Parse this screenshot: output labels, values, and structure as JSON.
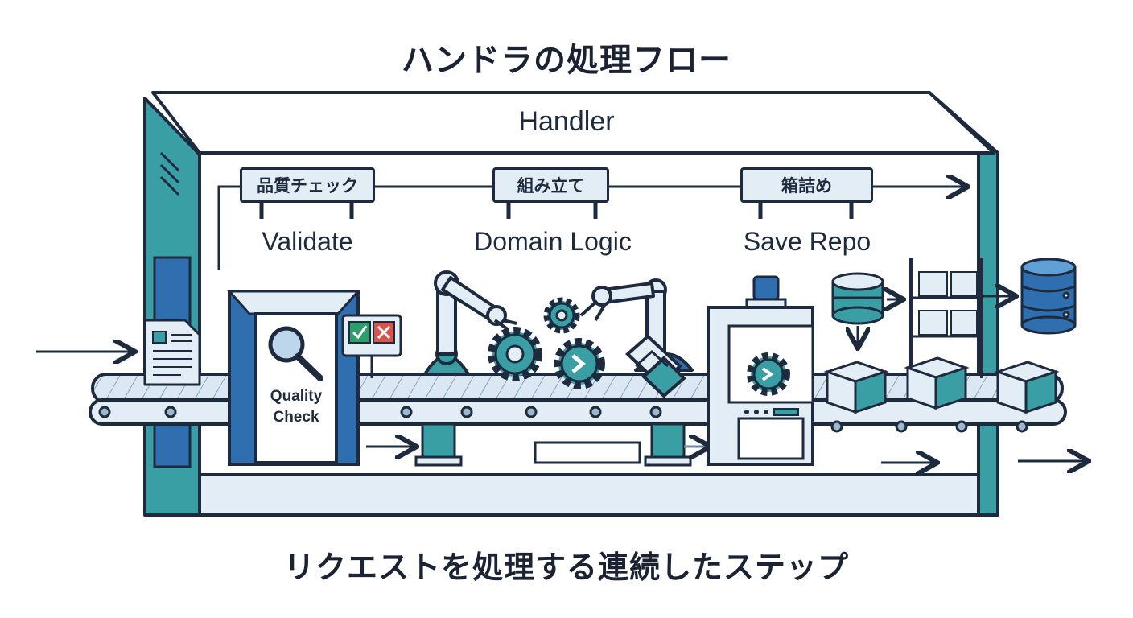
{
  "title": "ハンドラの処理フロー",
  "caption": "リクエストを処理する連続したステップ",
  "handler": {
    "label": "Handler"
  },
  "steps": [
    {
      "sign": "品質チェック",
      "label": "Validate"
    },
    {
      "sign": "組み立て",
      "label": "Domain Logic"
    },
    {
      "sign": "箱詰め",
      "label": "Save Repo"
    }
  ],
  "quality_check": {
    "line1": "Quality",
    "line2": "Check"
  },
  "colors": {
    "outline": "#1e2a3d",
    "teal": "#3a9ea5",
    "blue": "#2f6fb0",
    "light_blue": "#e3edf6",
    "check_green": "#2e9e6a",
    "cross_red": "#d9534f"
  }
}
